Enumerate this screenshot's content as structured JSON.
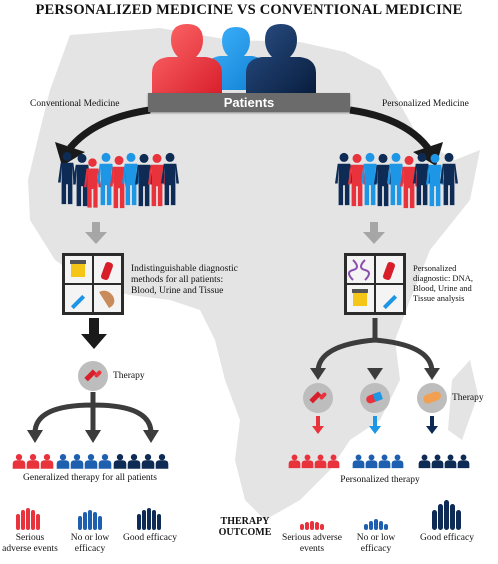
{
  "title": "PERSONALIZED MEDICINE VS CONVENTIONAL MEDICINE",
  "patients_label": "Patients",
  "left": {
    "heading": "Conventional Medicine",
    "diagnostic": "Indistinguishable diagnostic methods for all patients: Blood, Urine and Tissue",
    "therapy": "Therapy",
    "generalized": "Generalized therapy for all patients",
    "outcomes": [
      "Serious adverse events",
      "No or low efficacy",
      "Good  efficacy"
    ]
  },
  "right": {
    "heading": "Personalized  Medicine",
    "diagnostic": "Personalized diagnostic: DNA, Blood, Urine and Tissue analysis",
    "therapy": "Therapy",
    "personalized": "Personalized therapy",
    "outcomes": [
      "Serious adverse events",
      "No or low efficacy",
      "Good  efficacy"
    ]
  },
  "therapy_outcome": "THERAPY OUTCOME",
  "colors": {
    "red": "#e8323c",
    "light_blue": "#1e96e6",
    "dark_blue": "#0d2b55",
    "mid_blue": "#1f5fb0",
    "map_gray": "#e3e3e3",
    "arrow_dark": "#1a1a1a",
    "arrow_gray": "#a6a6a6"
  }
}
